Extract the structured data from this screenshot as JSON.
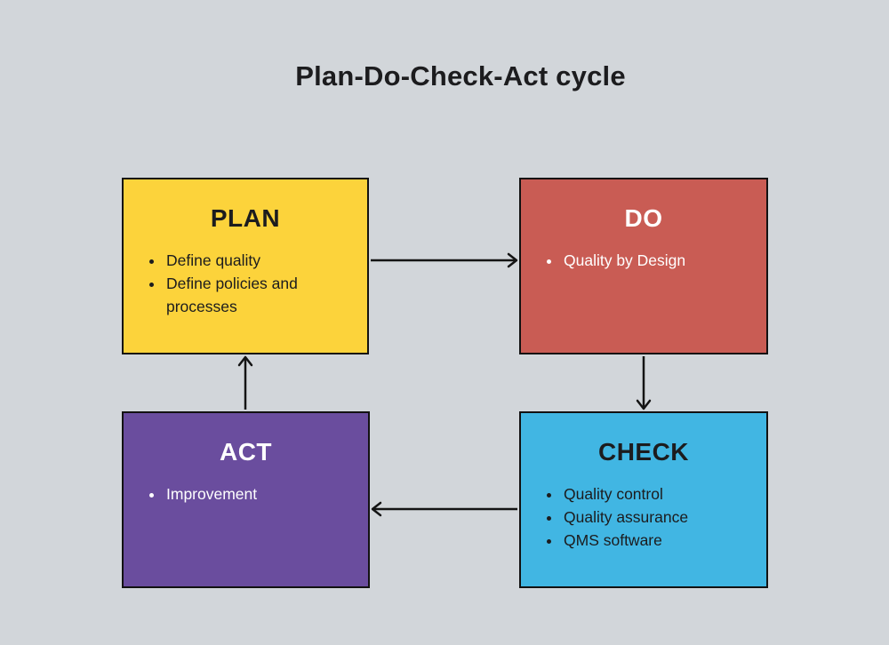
{
  "title": "Plan-Do-Check-Act cycle",
  "colors": {
    "background": "#D2D6DA",
    "plan": "#FCD33B",
    "do": "#C95C54",
    "check": "#41B6E3",
    "act": "#6A4D9E",
    "arrow": "#141414",
    "dark_text": "#1C1C1E",
    "light_text": "#FFFFFF"
  },
  "boxes": {
    "plan": {
      "label": "PLAN",
      "items": [
        "Define quality",
        "Define policies and processes"
      ]
    },
    "do": {
      "label": "DO",
      "items": [
        "Quality by Design"
      ]
    },
    "check": {
      "label": "CHECK",
      "items": [
        "Quality control",
        "Quality assurance",
        "QMS software"
      ]
    },
    "act": {
      "label": "ACT",
      "items": [
        "Improvement"
      ]
    }
  },
  "connections": [
    {
      "from": "PLAN",
      "to": "DO"
    },
    {
      "from": "DO",
      "to": "CHECK"
    },
    {
      "from": "CHECK",
      "to": "ACT"
    },
    {
      "from": "ACT",
      "to": "PLAN"
    }
  ]
}
